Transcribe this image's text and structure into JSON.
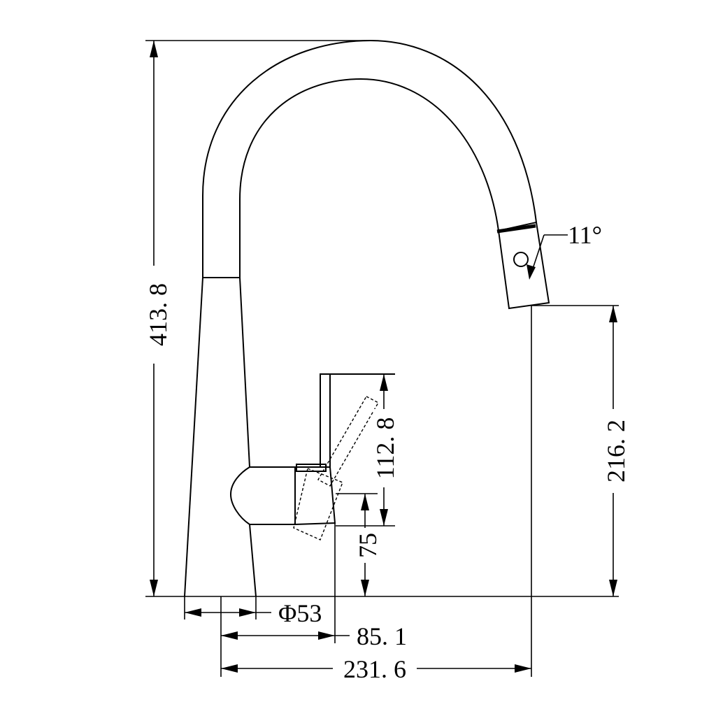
{
  "dimensions": {
    "overall_height": "413. 8",
    "spout_height": "216. 2",
    "lever_height": "112. 8",
    "handle_height": "75",
    "base_diameter": "Φ53",
    "body_reach": "85. 1",
    "spout_reach": "231. 6",
    "spray_angle": "11°"
  }
}
